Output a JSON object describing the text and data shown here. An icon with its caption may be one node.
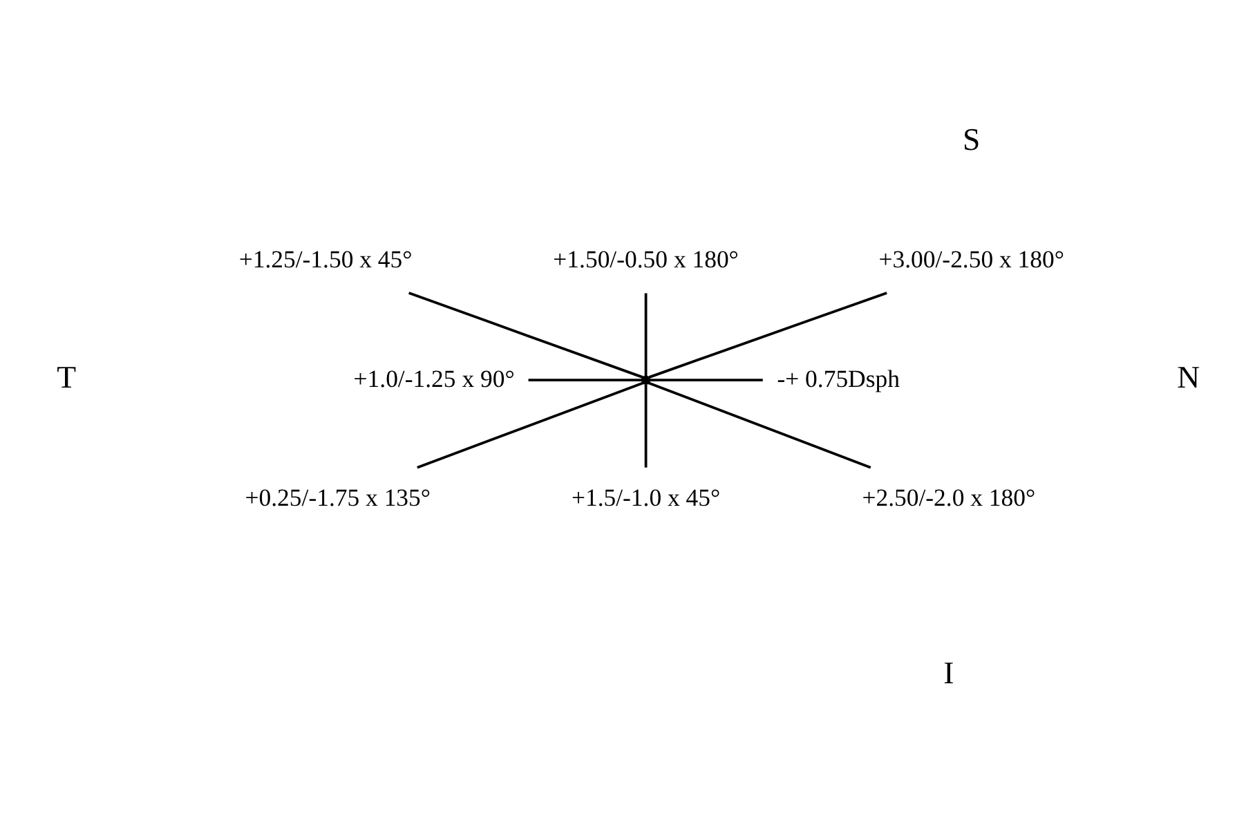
{
  "diagram": {
    "nodes": [
      {
        "text": [
          "+3.00/-2.50 x 180°"
        ]
      },
      {
        "text": [
          "+1.25/-1.50 x 45°"
        ]
      },
      {
        "text": [
          "+1.50/-0.50 x 180°"
        ]
      },
      {
        "text": [
          "+1.0/-1.25 x 90°"
        ]
      },
      {
        "text": [],
        "shape": "point"
      },
      {
        "text": [
          "-+ 0.75Dsph"
        ]
      },
      {
        "text": [
          "+0.25/-1.75 x 135°"
        ]
      },
      {
        "text": [
          "+1.5/-1.0 x 45°"
        ]
      },
      {
        "text": [
          "+2.50/-2.0 x 180°"
        ]
      }
    ],
    "edges": [
      {
        "from": 0,
        "to": 4,
        "arrow": "none"
      },
      {
        "from": 1,
        "to": 4,
        "arrow": "none"
      },
      {
        "from": 2,
        "to": 4,
        "arrow": "none"
      },
      {
        "from": 3,
        "to": 4,
        "arrow": "none"
      },
      {
        "from": 4,
        "to": 5,
        "arrow": "none"
      },
      {
        "from": 4,
        "to": 6,
        "arrow": "none"
      },
      {
        "from": 4,
        "to": 7,
        "arrow": "none"
      },
      {
        "from": 4,
        "to": 8,
        "arrow": "none"
      }
    ],
    "labels": [
      "S",
      "T",
      "N",
      "I"
    ]
  }
}
